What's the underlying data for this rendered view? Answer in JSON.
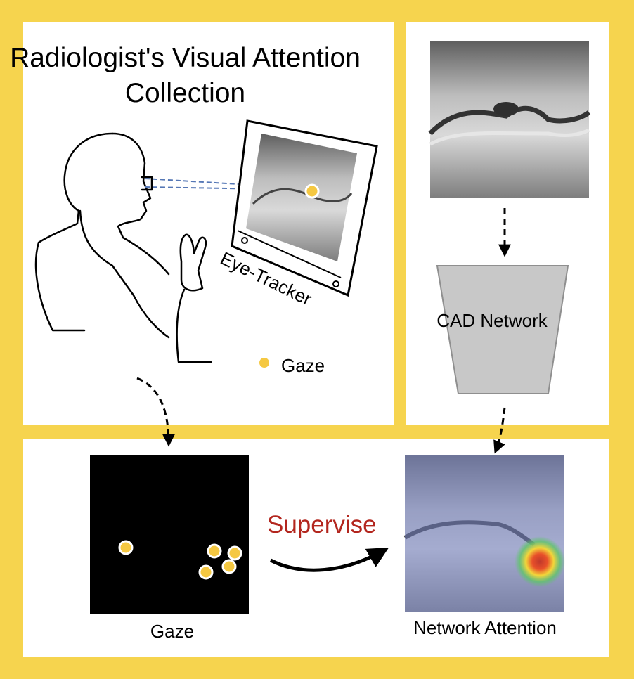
{
  "title": "Radiologist's Visual Attention Collection",
  "eye_tracker_label": "Eye-Tracker",
  "legend_gaze_label": "Gaze",
  "cad_network_label": "CAD Network",
  "supervise_label": "Supervise",
  "gaze_map_caption": "Gaze",
  "network_attention_caption": "Network Attention",
  "colors": {
    "frame": "#f6d44e",
    "gaze_dot": "#f5c842",
    "supervise_text": "#b3261e",
    "cad_trapezoid": "#c8c8c8",
    "attention_overlay": "#7a86c8"
  }
}
